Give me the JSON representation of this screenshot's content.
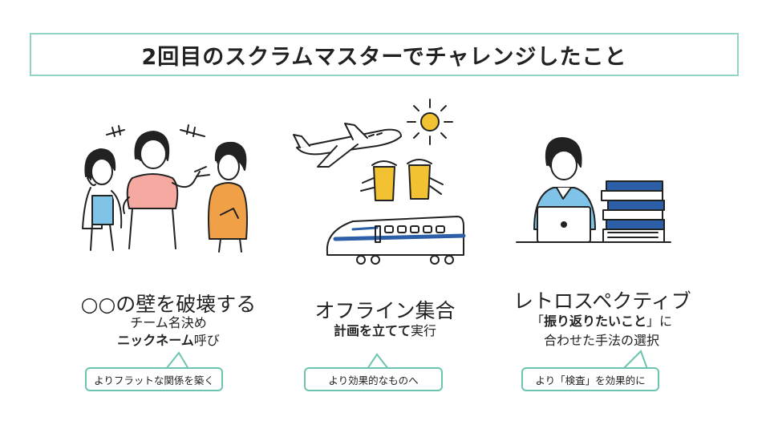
{
  "title": "2回目のスクラムマスターでチャレンジしたこと",
  "columns": [
    {
      "heading": "○○の壁を破壊する",
      "line1": "チーム名決め",
      "line2_bold": "ニックネーム",
      "line2_rest": "呼び",
      "callout": "よりフラットな関係を築く",
      "illustration": "three-people-chatting-icon"
    },
    {
      "heading": "オフライン集合",
      "line1_bold": "計画を立てて",
      "line1_rest": "実行",
      "callout": "より効果的なものへ",
      "illustration": "travel-airplane-beer-train-icon"
    },
    {
      "heading": "レトロスペクティブ",
      "line1_pre": "「",
      "line1_bold": "振り返りたいこと",
      "line1_post": "」に",
      "line2": "合わせた手法の選択",
      "callout": "より「検査」を効果的に",
      "illustration": "person-at-laptop-with-books-icon"
    }
  ],
  "colors": {
    "accent": "#8fd4c4",
    "callout_border": "#6cc4b0",
    "pink": "#f5a9a0",
    "blue": "#7fc4e8",
    "orange": "#f0a046",
    "beer": "#f3c232",
    "train_stripe": "#2d5fa8"
  }
}
